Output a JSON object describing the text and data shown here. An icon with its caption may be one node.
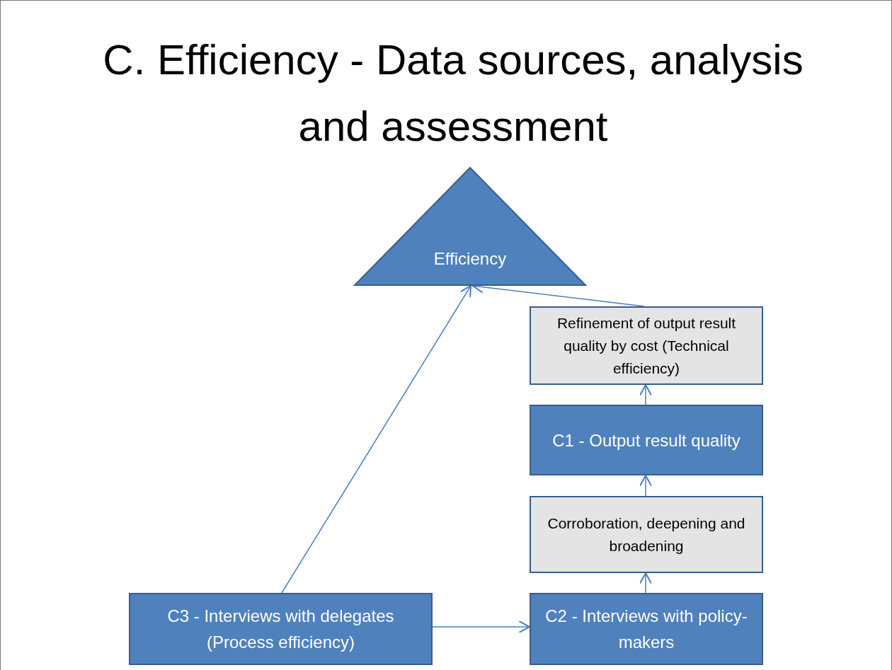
{
  "diagram": {
    "title": "C. Efficiency - Data sources, analysis  and assessment",
    "nodes": [
      {
        "text": [
          "Efficiency"
        ]
      },
      {
        "text": [
          "Refinement of output result quality by cost (Technical efficiency)"
        ]
      },
      {
        "text": [
          "C1 - Output result quality"
        ]
      },
      {
        "text": [
          "Corroboration, deepening and broadening"
        ]
      },
      {
        "text": [
          "C3 - Interviews with delegates (Process efficiency)"
        ]
      },
      {
        "text": [
          "C2 - Interviews with policy-makers"
        ]
      }
    ],
    "edges": [
      {
        "from": 4,
        "to": 0,
        "arrow": "to"
      },
      {
        "from": 1,
        "to": 0,
        "arrow": "to"
      },
      {
        "from": 2,
        "to": 1,
        "arrow": "to"
      },
      {
        "from": 3,
        "to": 2,
        "arrow": "to"
      },
      {
        "from": 5,
        "to": 3,
        "arrow": "to"
      },
      {
        "from": 4,
        "to": 5,
        "arrow": "to"
      }
    ]
  }
}
